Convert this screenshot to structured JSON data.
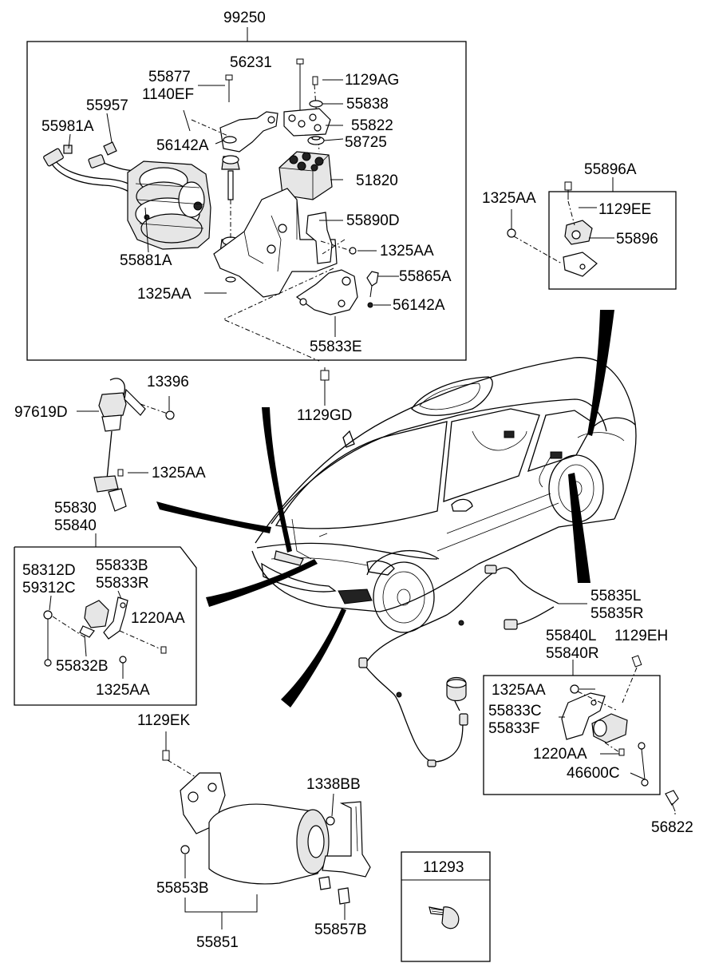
{
  "diagram": {
    "labels": {
      "l_99250": "99250",
      "l_56231": "56231",
      "l_55877": "55877",
      "l_1129AG": "1129AG",
      "l_1140EF": "1140EF",
      "l_55838": "55838",
      "l_55957": "55957",
      "l_55822": "55822",
      "l_55981A": "55981A",
      "l_56142A_top": "56142A",
      "l_58725": "58725",
      "l_51820": "51820",
      "l_55890D": "55890D",
      "l_1325AA_box1": "1325AA",
      "l_55881A": "55881A",
      "l_55865A": "55865A",
      "l_1325AA_box2": "1325AA",
      "l_56142A_right": "56142A",
      "l_55833E": "55833E",
      "l_55896A": "55896A",
      "l_1325AA_right": "1325AA",
      "l_1129EE": "1129EE",
      "l_55896": "55896",
      "l_13396": "13396",
      "l_97619D": "97619D",
      "l_1129GD": "1129GD",
      "l_1325AA_mid": "1325AA",
      "l_55830": "55830",
      "l_55840": "55840",
      "l_58312D": "58312D",
      "l_59312C": "59312C",
      "l_55833B": "55833B",
      "l_55833R": "55833R",
      "l_1220AA_left": "1220AA",
      "l_55832B": "55832B",
      "l_1325AA_left": "1325AA",
      "l_55835L": "55835L",
      "l_55835R": "55835R",
      "l_55840L": "55840L",
      "l_55840R": "55840R",
      "l_1129EH": "1129EH",
      "l_1325AA_rbox": "1325AA",
      "l_55833C": "55833C",
      "l_55833F": "55833F",
      "l_1220AA_right": "1220AA",
      "l_46600C": "46600C",
      "l_56822": "56822",
      "l_1129EK": "1129EK",
      "l_1338BB": "1338BB",
      "l_11293": "11293",
      "l_55853B": "55853B",
      "l_55851": "55851",
      "l_55857B": "55857B"
    }
  }
}
